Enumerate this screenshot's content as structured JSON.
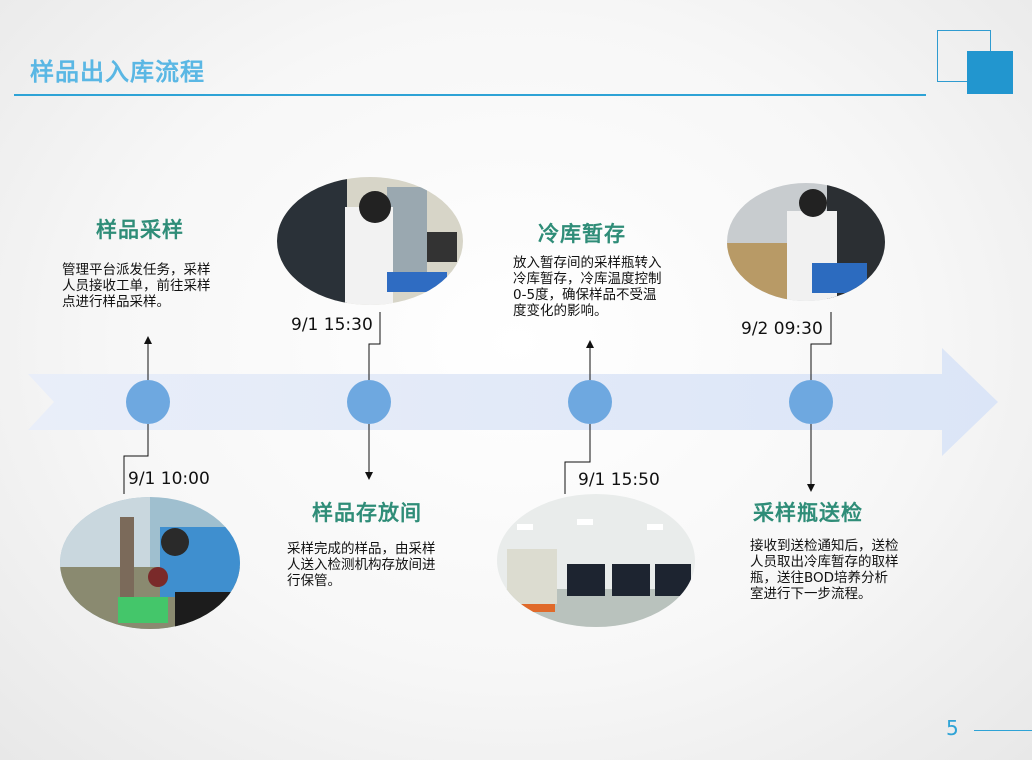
{
  "slide": {
    "title": "样品出入库流程",
    "page_number": "5"
  },
  "steps": [
    {
      "title": "样品采样",
      "description": [
        "管理平台派发任务，采样",
        "人员接收工单，前往采样",
        "点进行样品采样。"
      ],
      "time": "9/1 10:00"
    },
    {
      "title": "样品存放间",
      "description": [
        "采样完成的样品，由采样",
        "人送入检测机构存放间进",
        "行保管。"
      ],
      "time": "9/1 15:30"
    },
    {
      "title": "冷库暂存",
      "description": [
        "放入暂存间的采样瓶转入",
        "冷库暂存，冷库温度控制",
        "0-5度，确保样品不受温",
        "度变化的影响。"
      ],
      "time": "9/1 15:50"
    },
    {
      "title": "采样瓶送检",
      "description": [
        "接收到送检通知后，送检",
        "人员取出冷库暂存的取样",
        "瓶，送往BOD培养分析",
        "室进行下一步流程。"
      ],
      "time": "9/2 09:30"
    }
  ],
  "colors": {
    "accent": "#2ea3d6",
    "title": "#5ab7e4",
    "step_title": "#2f8d78",
    "node": "#6ea8e0",
    "arrow": "#dfe8f8"
  }
}
